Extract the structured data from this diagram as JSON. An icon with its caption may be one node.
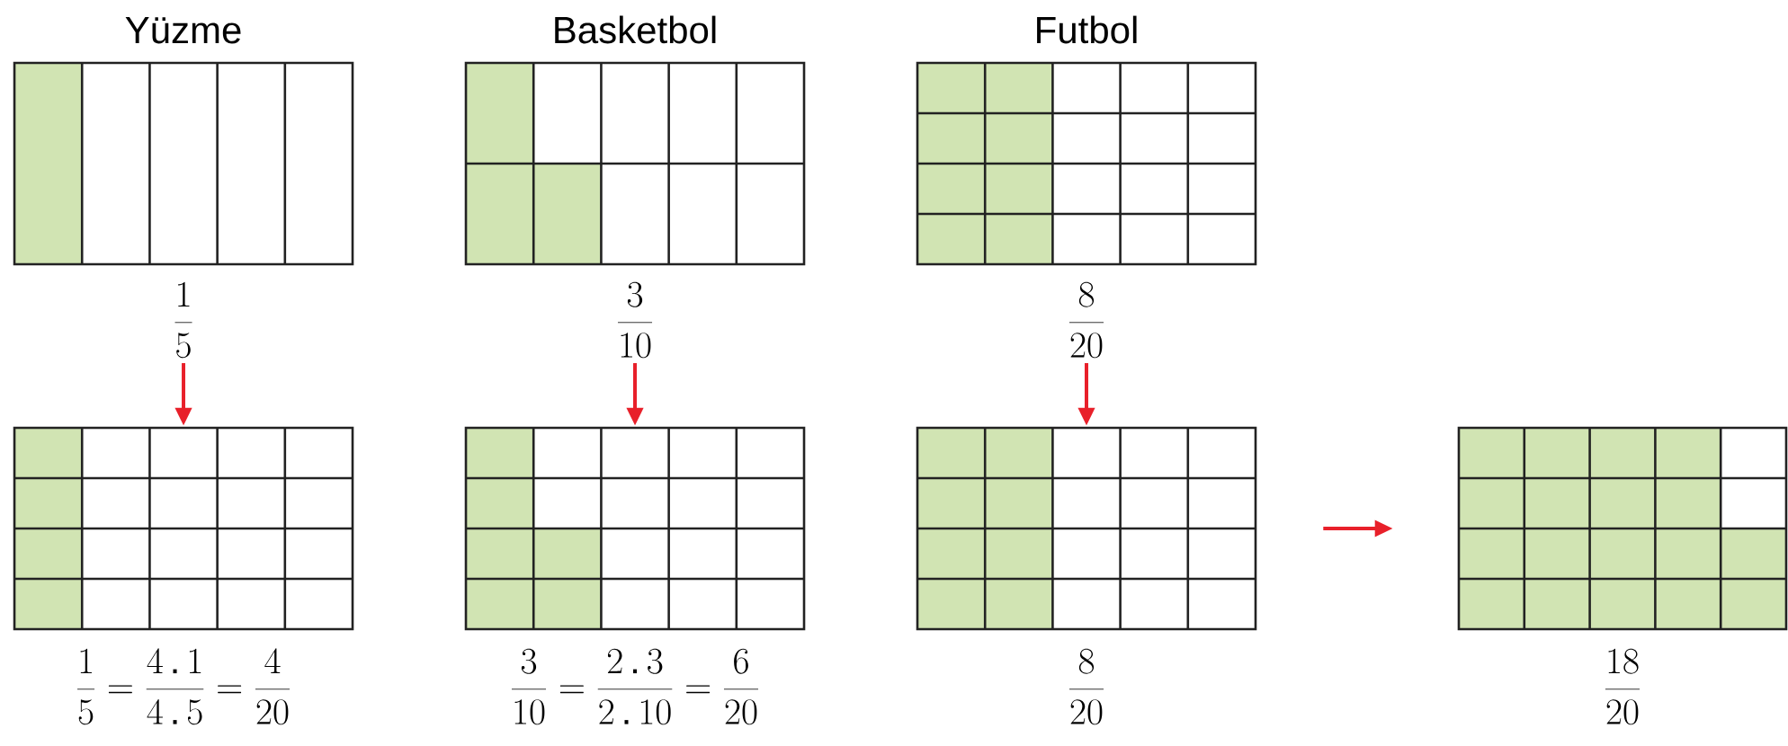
{
  "diagram": {
    "nodes": [
      {
        "text": [
          "Yüzme"
        ]
      },
      {
        "text": [
          "\\frac{1}{5}"
        ]
      },
      {
        "text": [
          "Basketbol"
        ]
      },
      {
        "text": [
          "\\frac{3}{10}"
        ]
      },
      {
        "text": [
          "Futbol"
        ]
      },
      {
        "text": [
          "\\frac{8}{20}"
        ]
      },
      {
        "text": [],
        "shape": "grid",
        "beside": [
          "\\frac{1}{5}=\\frac{4\\,\\mbox{.}\\,1}{4\\,\\mbox{.}\\,5}=\\frac{4}{20}"
        ]
      },
      {
        "text": [],
        "shape": "grid",
        "beside": [
          "\\frac{3}{10}=\\frac{2\\,\\mbox{.}\\,3}{2\\,\\mbox{.}\\,10}=\\frac{6}{20}"
        ]
      },
      {
        "text": [],
        "shape": "grid",
        "beside": [
          "\\frac{8}{20}"
        ]
      },
      {
        "text": [],
        "shape": "grid",
        "beside": [
          "\\frac{18}{20}"
        ]
      }
    ],
    "edges": [
      {
        "from": 1,
        "to": 6,
        "arrow": "to"
      },
      {
        "from": 3,
        "to": 7,
        "arrow": "to"
      },
      {
        "from": 5,
        "to": 8,
        "arrow": "to"
      },
      {
        "from": 8,
        "to": 9,
        "arrow": "to"
      }
    ]
  }
}
